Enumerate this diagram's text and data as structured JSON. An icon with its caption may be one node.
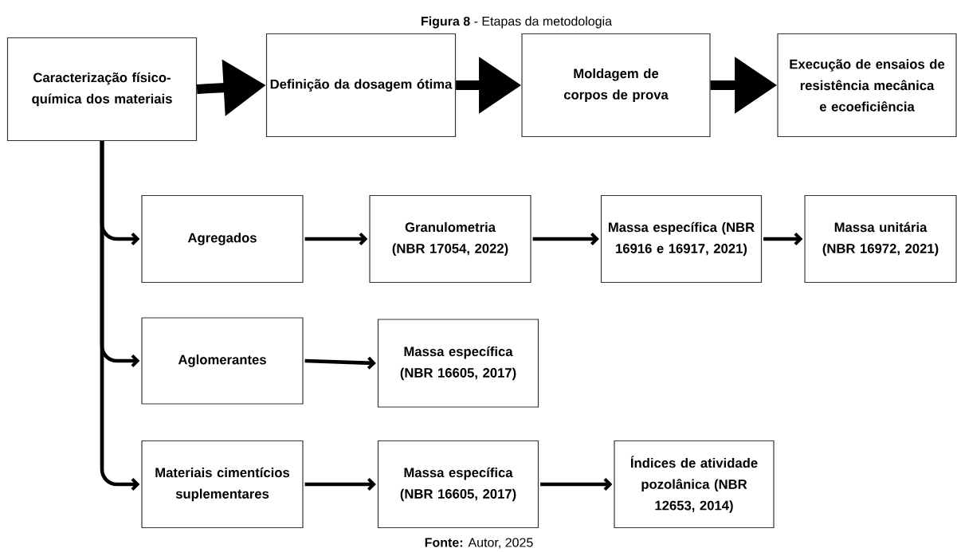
{
  "diagram": {
    "title": "**Figura 8** - Etapas da metodologia",
    "caption": "**Fonte:** Autor, 2025",
    "nodes": [
      {
        "text": [
          "Caracterização físico-química dos materiais"
        ]
      },
      {
        "text": [
          "Definição da dosagem ótima"
        ]
      },
      {
        "text": [
          "Moldagem de corpos de prova"
        ]
      },
      {
        "text": [
          "Execução de ensaios de resistência mecânica e ecoeficiência"
        ]
      },
      {
        "text": [
          "Agregados"
        ]
      },
      {
        "text": [
          "Granulometria (NBR 17054, 2022)"
        ]
      },
      {
        "text": [
          "Massa específica (NBR 16916 e 16917, 2021)"
        ]
      },
      {
        "text": [
          "Massa unitária (NBR 16972, 2021)"
        ]
      },
      {
        "text": [
          "Aglomerantes"
        ]
      },
      {
        "text": [
          "Massa específica (NBR 16605, 2017)"
        ]
      },
      {
        "text": [
          "Materiais cimentícios suplementares"
        ]
      },
      {
        "text": [
          "Massa específica (NBR 16605, 2017)"
        ]
      },
      {
        "text": [
          "Índices de atividade pozolânica (NBR 12653, 2014)"
        ]
      }
    ],
    "edges": [
      {
        "from": 0,
        "to": 1,
        "arrow": "to",
        "style": "thick"
      },
      {
        "from": 1,
        "to": 2,
        "arrow": "to",
        "style": "thick"
      },
      {
        "from": 2,
        "to": 3,
        "arrow": "to",
        "style": "thick"
      },
      {
        "from": 0,
        "to": 4,
        "arrow": "to"
      },
      {
        "from": 0,
        "to": 8,
        "arrow": "to"
      },
      {
        "from": 0,
        "to": 10,
        "arrow": "to"
      },
      {
        "from": 4,
        "to": 5,
        "arrow": "to"
      },
      {
        "from": 5,
        "to": 6,
        "arrow": "to"
      },
      {
        "from": 6,
        "to": 7,
        "arrow": "to"
      },
      {
        "from": 8,
        "to": 9,
        "arrow": "to"
      },
      {
        "from": 10,
        "to": 11,
        "arrow": "to"
      },
      {
        "from": 11,
        "to": 12,
        "arrow": "to"
      }
    ]
  }
}
